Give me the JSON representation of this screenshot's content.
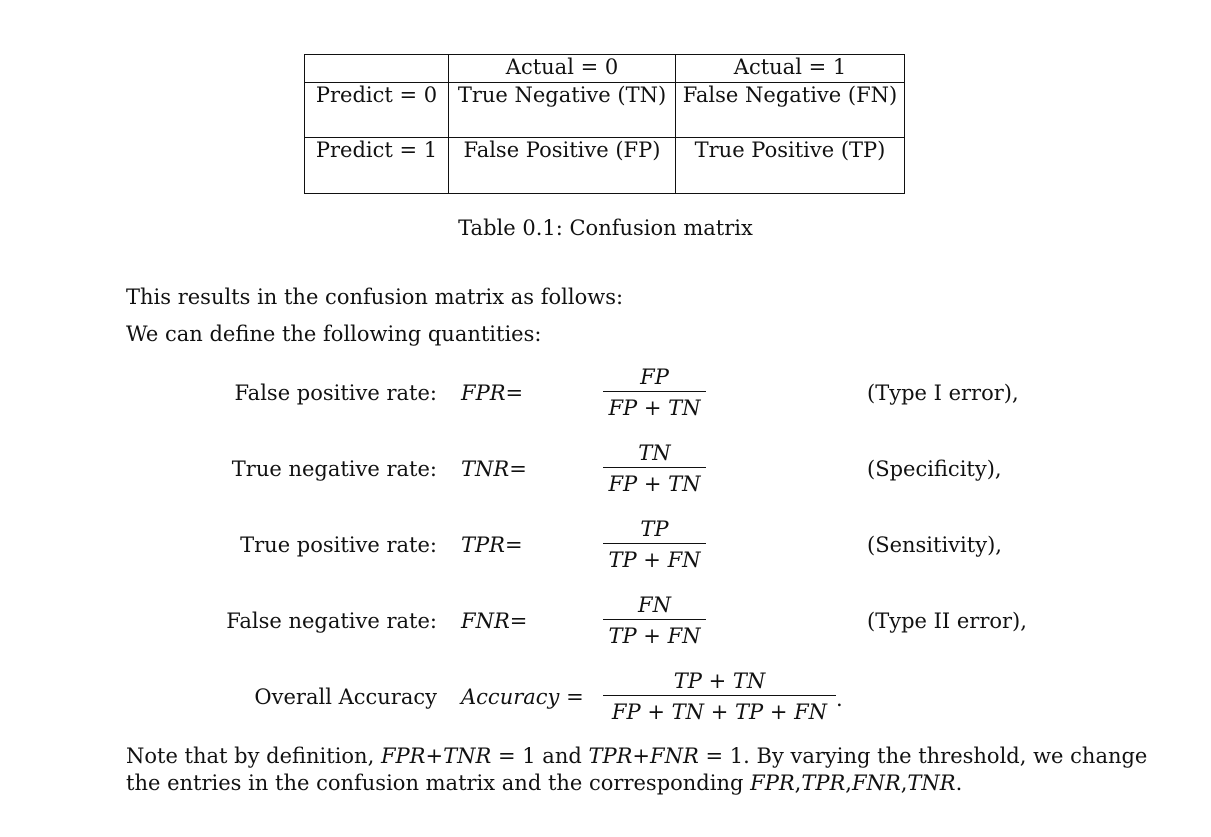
{
  "table": {
    "header": [
      "",
      "Actual = 0",
      "Actual = 1"
    ],
    "rows": [
      [
        "Predict = 0",
        "True Negative (TN)",
        "False Negative (FN)"
      ],
      [
        "Predict = 1",
        "False Positive (FP)",
        "True Positive (TP)"
      ]
    ],
    "caption": "Table 0.1: Confusion matrix"
  },
  "text": {
    "line1": "This results in the confusion matrix as follows:",
    "line2": "We can define the following quantities:"
  },
  "equations": [
    {
      "label": "False positive rate:",
      "lhs": "FPR",
      "num": "FP",
      "den_a": "FP",
      "den_b": "TN",
      "note": "(Type I error),"
    },
    {
      "label": "True negative rate:",
      "lhs": "TNR",
      "num": "TN",
      "den_a": "FP",
      "den_b": "TN",
      "note": "(Specificity),"
    },
    {
      "label": "True positive rate:",
      "lhs": "TPR",
      "num": "TP",
      "den_a": "TP",
      "den_b": "FN",
      "note": "(Sensitivity),"
    },
    {
      "label": "False negative rate:",
      "lhs": "FNR",
      "num": "FN",
      "den_a": "TP",
      "den_b": "FN",
      "note": "(Type II error),"
    }
  ],
  "accuracy": {
    "label": "Overall Accuracy",
    "lhs": "Accuracy",
    "num_a": "TP",
    "num_b": "TN",
    "den": [
      "FP",
      "TN",
      "TP",
      "FN"
    ],
    "trail": "."
  },
  "note": {
    "prefix": "Note that by definition, ",
    "eq1_a": "FPR",
    "eq1_b": "TNR",
    "one1": "1",
    "mid": " and ",
    "eq2_a": "TPR",
    "eq2_b": "FNR",
    "one2": "1",
    "after": ". By varying the threshold, we change",
    "line2_prefix": "the entries in the confusion matrix and the corresponding ",
    "list": [
      "FPR",
      "TPR",
      "FNR",
      "TNR"
    ],
    "end": "."
  },
  "symbols": {
    "eq": "=",
    "plus": "+",
    "comma": ","
  }
}
